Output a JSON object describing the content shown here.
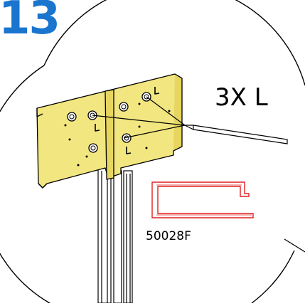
{
  "step": {
    "number": "13"
  },
  "callout": {
    "quantity_label": "3X L"
  },
  "part": {
    "code": "50028F"
  },
  "colors": {
    "step_number": "#1a75cf",
    "bracket_fill": "#f2e680",
    "profile_outline": "#e02020",
    "line": "#000000"
  },
  "icons": {
    "bracket": "mounting-bracket",
    "screwdriver": "screwdriver-tool",
    "profile": "u-channel-profile"
  }
}
